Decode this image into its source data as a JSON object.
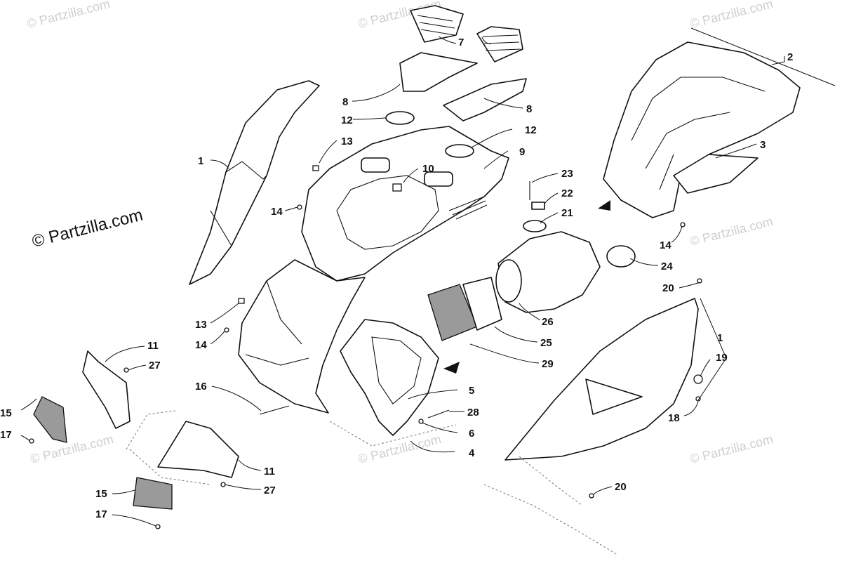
{
  "diagram": {
    "copyright_notice": "© Partzilla.com",
    "watermark_text": "© Partzilla.com",
    "callouts": [
      "1",
      "2",
      "3",
      "4",
      "5",
      "6",
      "7",
      "8",
      "9",
      "10",
      "11",
      "12",
      "13",
      "14",
      "15",
      "16",
      "17",
      "18",
      "19",
      "20",
      "21",
      "22",
      "23",
      "24",
      "25",
      "26",
      "27",
      "28",
      "29"
    ]
  }
}
